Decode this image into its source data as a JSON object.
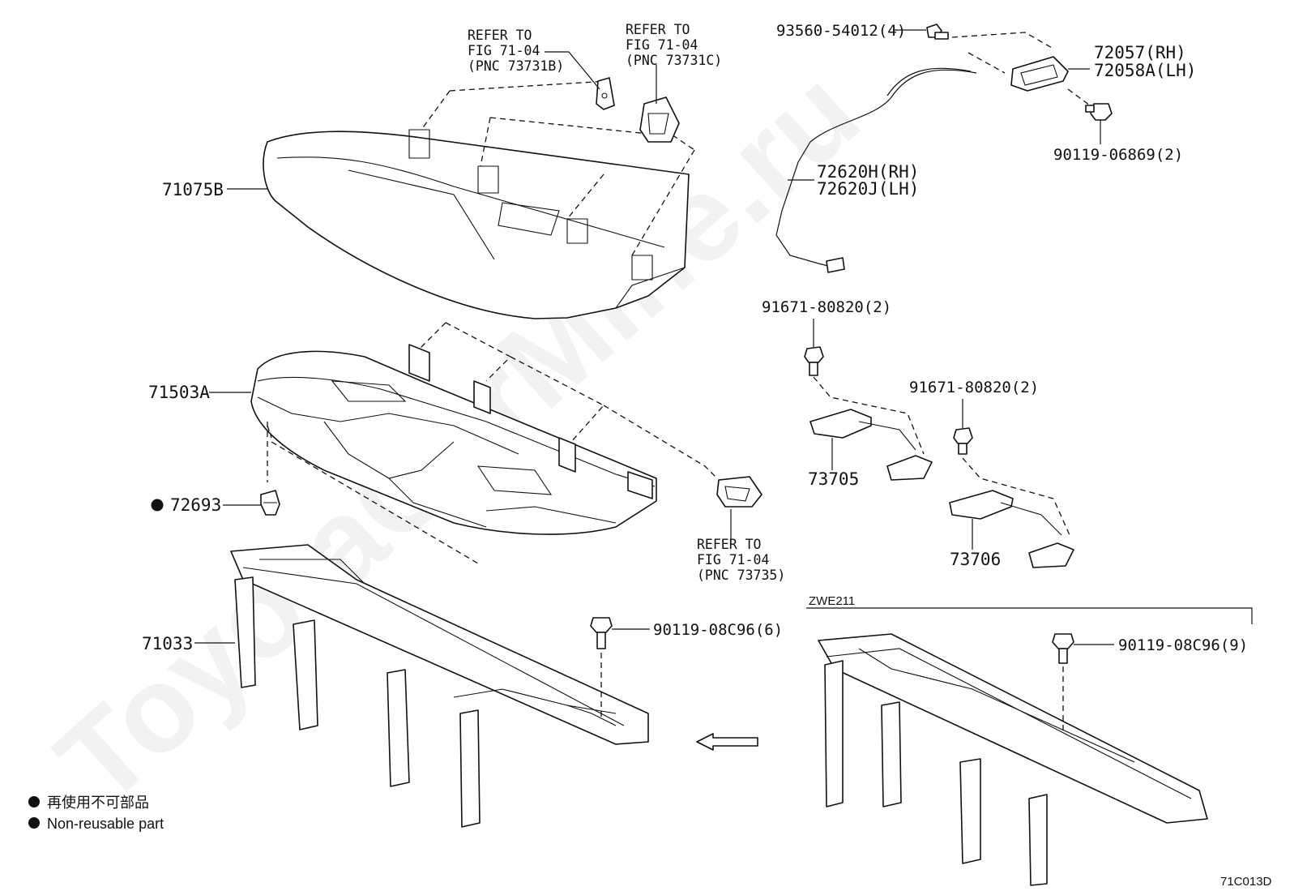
{
  "watermark": "ToyotaCarMine.ru",
  "parts": {
    "seat_cushion_cover": "71075B",
    "seat_cushion_pad": "71503A",
    "clip": "72693",
    "seat_frame": "71033",
    "lock_rh": "72057(RH)",
    "lock_lh": "72058A(LH)",
    "bolt_lock_upper": "93560-54012(4)",
    "bolt_lock_lower": "90119-06869(2)",
    "cable_rh": "72620H(RH)",
    "cable_lh": "72620J(LH)",
    "bolt_hook_a": "91671-80820(2)",
    "bolt_hook_b": "91671-80820(2)",
    "hook_a": "73705",
    "hook_b": "73706",
    "bolt_frame": "90119-08C96(6)",
    "bolt_frame_zwe": "90119-08C96(9)"
  },
  "refs": {
    "ref_b": [
      "REFER TO",
      "FIG 71-04",
      "(PNC 73731B)"
    ],
    "ref_c": [
      "REFER TO",
      "FIG 71-04",
      "(PNC 73731C)"
    ],
    "ref_d": [
      "REFER TO",
      "FIG 71-04",
      "(PNC 73735)"
    ]
  },
  "variant_label": "ZWE211",
  "legend": {
    "jp": "再使用不可部品",
    "en": "Non-reusable part"
  },
  "figure_code": "71C013D"
}
